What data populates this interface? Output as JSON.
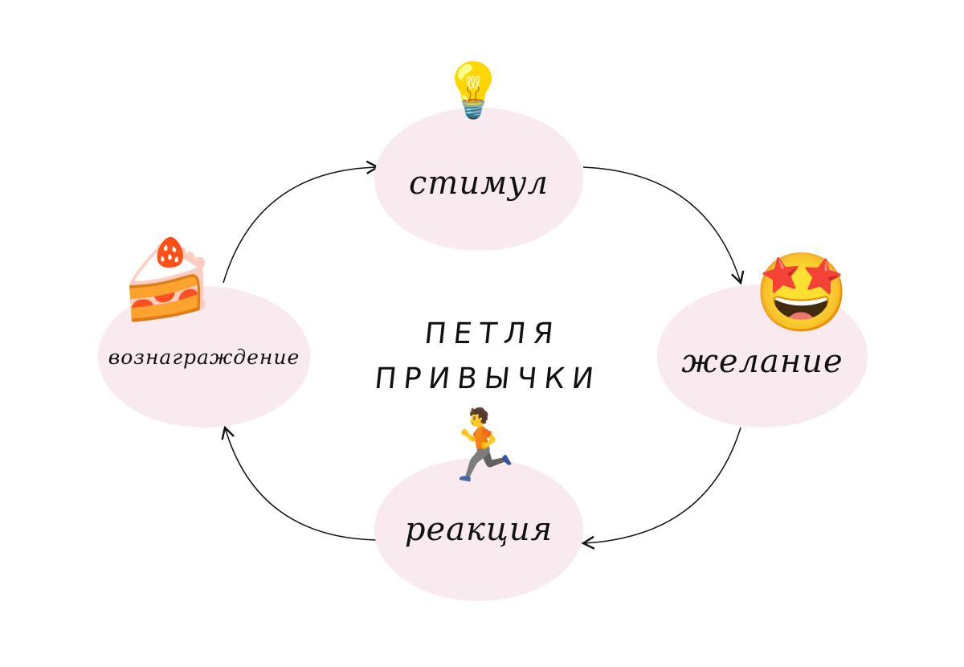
{
  "title": {
    "line1": "ПЕТЛЯ",
    "line2": "ПРИВЫЧКИ"
  },
  "nodes": {
    "stimulus": {
      "label": "стимул",
      "icon": "lightbulb-icon",
      "glyph": "💡"
    },
    "desire": {
      "label": "желание",
      "icon": "star-struck-face-icon",
      "glyph": "🤩"
    },
    "response": {
      "label": "реакция",
      "icon": "runner-icon",
      "glyph": "🏃"
    },
    "reward": {
      "label": "вознаграждение",
      "icon": "cake-icon",
      "glyph": "🍰"
    }
  },
  "colors": {
    "node_fill": "#f8eaee",
    "ink": "#111111"
  }
}
